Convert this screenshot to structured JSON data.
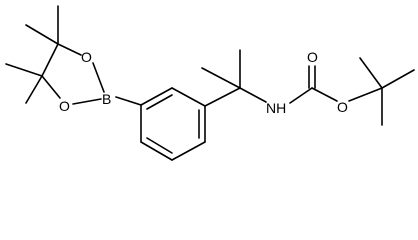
{
  "molecule": {
    "atom_labels": {
      "boron": "B",
      "ring_oxygen_top": "O",
      "ring_oxygen_bottom": "O",
      "amine": "NH",
      "carbonyl_oxygen": "O",
      "ester_oxygen": "O"
    }
  }
}
